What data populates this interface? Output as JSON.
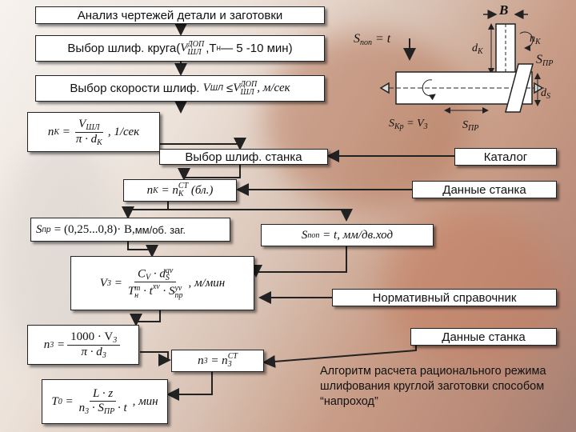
{
  "colors": {
    "arrow": "#222222",
    "box": "#ffffff",
    "border": "#222222"
  },
  "boxes": {
    "analysis": "Анализ чертежей детали и заготовки",
    "wheel_choice_prefix": "Выбор шлиф. круга(",
    "wheel_choice_v": "V",
    "wheel_choice_v_sup": "ДОП",
    "wheel_choice_v_sub": "ШЛ",
    "wheel_choice_rest": ",Т",
    "wheel_choice_t_sub": "н",
    "wheel_choice_tail": "— 5 -10 мин)",
    "speed_choice_prefix": "Выбор скорости шлиф.",
    "speed_choice_v": "V",
    "speed_choice_v_sub": "ШЛ",
    "speed_choice_le": "≤",
    "speed_choice_v2": "V",
    "speed_choice_v2_sup": "ДОП",
    "speed_choice_v2_sub": "ШЛ",
    "speed_choice_units": ", м/сек",
    "machine_choice": "Выбор шлиф. станка",
    "catalog": "Каталог",
    "machine_data_1": "Данные станка",
    "reference": "Нормативный справочник",
    "machine_data_2": "Данные станка"
  },
  "formulas": {
    "nk_lhs": "n",
    "nk_lhs_sub": "K",
    "nk_num": "V",
    "nk_num_sub": "ШЛ",
    "nk_den": "π · d",
    "nk_den_sub": "K",
    "nk_units": ", 1/сек",
    "nk_bl_lhs": "n",
    "nk_bl_lhs_sub": "K",
    "nk_bl_eq": "= n",
    "nk_bl_rhs_sub": "K",
    "nk_bl_rhs_sup": "СТ",
    "nk_bl_tail": "(бл.)",
    "spr_lhs": "S",
    "spr_lhs_sub": "пр",
    "spr_rhs": "= (0,25...0,8)· B,",
    "spr_units": "мм/об. заг.",
    "spop_lhs": "S",
    "spop_lhs_sub": "поп",
    "spop_rhs": "= t, мм/дв.ход",
    "v3_lhs": "V",
    "v3_lhs_sub": "3",
    "v3_num": "C",
    "v3_num_sub": "V",
    "v3_num_mid": " · d",
    "v3_num_sub2": "S",
    "v3_num_sup2": "qv",
    "v3_den": "T",
    "v3_den_sup": "m",
    "v3_den_sub": "н",
    "v3_den_mid": " · t",
    "v3_den_sup2": "xv",
    "v3_den_mid2": " · S",
    "v3_den_sup3": "yv",
    "v3_den_sub3": "пр",
    "v3_units": ", м/мин",
    "n3_lhs": "n",
    "n3_lhs_sub": "3",
    "n3_num": "1000 · V",
    "n3_num_sub": "3",
    "n3_den": "π · d",
    "n3_den_sub": "3",
    "n3st_lhs": "n",
    "n3st_lhs_sub": "3",
    "n3st_eq": "= n",
    "n3st_rhs_sub": "3",
    "n3st_rhs_sup": "СТ",
    "t0_lhs": "T",
    "t0_lhs_sub": "0",
    "t0_num": "L · z",
    "t0_den": "n",
    "t0_den_sub": "3",
    "t0_den_mid": " · S",
    "t0_den_sub2": "ПР",
    "t0_den_tail": " · t",
    "t0_units": ", мин"
  },
  "sketch": {
    "top_label": "B",
    "spop": "S",
    "spop_sub": "поп",
    "spop_rhs": "= t",
    "dk": "d",
    "dk_sub": "K",
    "nk": "n",
    "nk_sub": "K",
    "spr": "S",
    "spr_sub": "ПР",
    "ds": "d",
    "ds_sub": "S",
    "skr": "S",
    "skr_sub": "Кр",
    "skr_rhs": "= V",
    "skr_rhs_sub": "3",
    "spr2": "S",
    "spr2_sub": "ПР"
  },
  "caption": "Алгоритм расчета рационального режима шлифования круглой заготовки способом “напроход”"
}
